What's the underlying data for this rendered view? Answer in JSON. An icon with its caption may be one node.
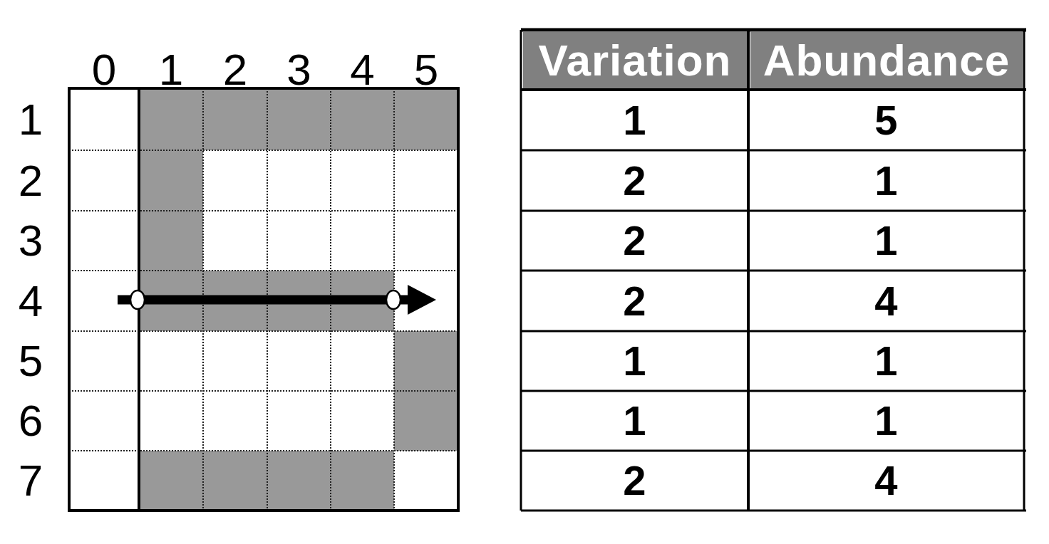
{
  "diagram": {
    "labels": [
      "0",
      "1",
      "2",
      "3",
      "4",
      "5",
      "1",
      "2",
      "3",
      "4",
      "5",
      "6",
      "7",
      "Variation",
      "Abundance",
      "1",
      "5",
      "2",
      "1",
      "2",
      "1",
      "2",
      "4",
      "1",
      "1",
      "1",
      "1",
      "2",
      "4"
    ]
  }
}
